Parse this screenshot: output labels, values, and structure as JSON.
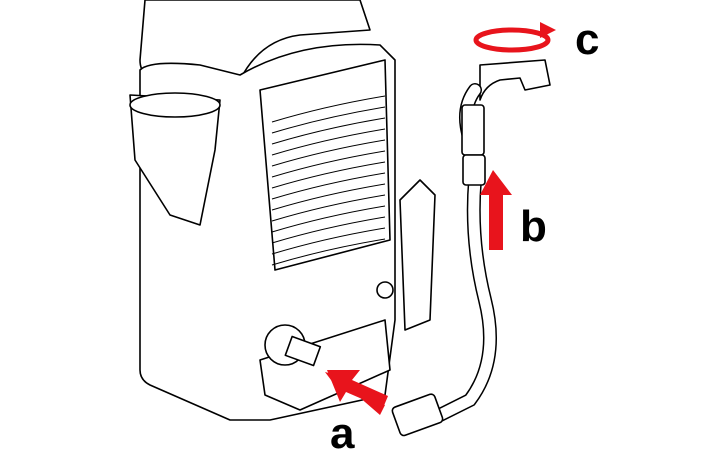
{
  "labels": {
    "a": "a",
    "b": "b",
    "c": "c"
  },
  "colors": {
    "arrow": "#e8141c",
    "line": "#000000"
  },
  "icons": [
    "arrow-a-icon",
    "arrow-b-icon",
    "rotate-arrow-c-icon"
  ]
}
